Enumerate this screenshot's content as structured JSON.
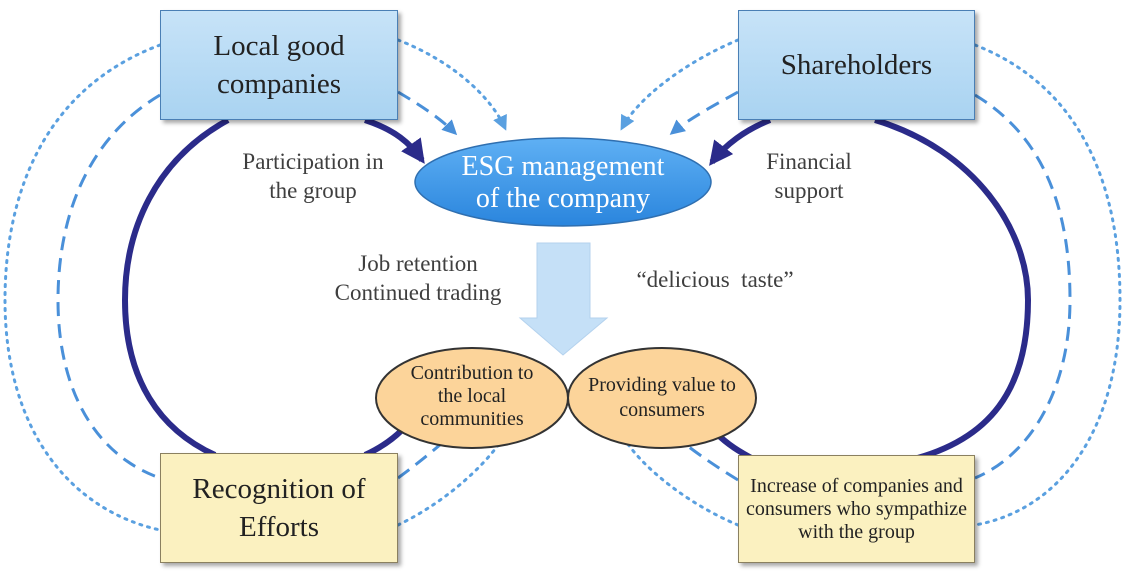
{
  "nodes": {
    "local_companies": "Local good companies",
    "shareholders": "Shareholders",
    "esg": "ESG management of the company",
    "contribution": "Contribution to the local communities",
    "providing_value": "Providing value to consumers",
    "recognition": "Recognition of Efforts",
    "increase": "Increase of companies and consumers who sympathize with the group"
  },
  "labels": {
    "participation": "Participation in the group",
    "financial": "Financial support",
    "job_retention": "Job retention",
    "continued_trading": "Continued trading",
    "delicious": "“delicious  taste”"
  },
  "colors": {
    "loop": "#2b2b8a",
    "dashed": "#4a90d9",
    "dotted": "#5aa0e0",
    "esg_fill": "#3d96ea",
    "ellipse_fill": "#fcd49a",
    "arrow_fill": "#c5e0f7"
  }
}
